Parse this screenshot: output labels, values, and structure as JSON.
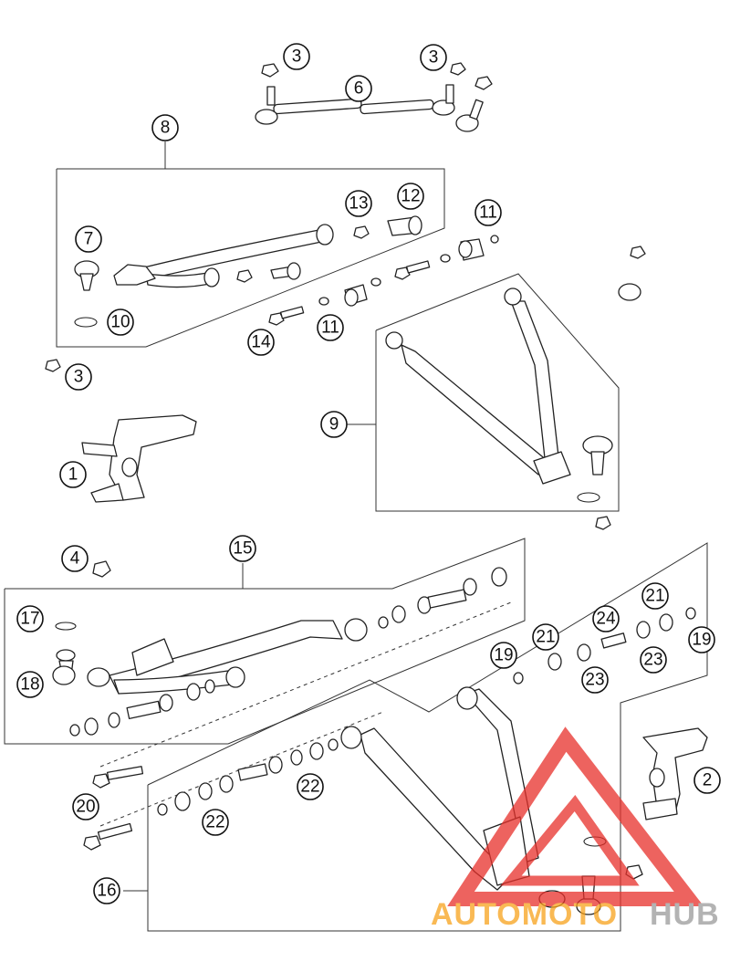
{
  "callouts": [
    {
      "id": "c3a",
      "label": "3"
    },
    {
      "id": "c3b",
      "label": "3"
    },
    {
      "id": "c6",
      "label": "6"
    },
    {
      "id": "c8",
      "label": "8"
    },
    {
      "id": "c13",
      "label": "13"
    },
    {
      "id": "c12",
      "label": "12"
    },
    {
      "id": "c11a",
      "label": "11"
    },
    {
      "id": "c7",
      "label": "7"
    },
    {
      "id": "c10",
      "label": "10"
    },
    {
      "id": "c14",
      "label": "14"
    },
    {
      "id": "c11b",
      "label": "11"
    },
    {
      "id": "c3c",
      "label": "3"
    },
    {
      "id": "c9",
      "label": "9"
    },
    {
      "id": "c1",
      "label": "1"
    },
    {
      "id": "c4",
      "label": "4"
    },
    {
      "id": "c15",
      "label": "15"
    },
    {
      "id": "c17",
      "label": "17"
    },
    {
      "id": "c18",
      "label": "18"
    },
    {
      "id": "c21a",
      "label": "21"
    },
    {
      "id": "c24",
      "label": "24"
    },
    {
      "id": "c19a",
      "label": "19"
    },
    {
      "id": "c21b",
      "label": "21"
    },
    {
      "id": "c23a",
      "label": "23"
    },
    {
      "id": "c23b",
      "label": "23"
    },
    {
      "id": "c19b",
      "label": "19"
    },
    {
      "id": "c20",
      "label": "20"
    },
    {
      "id": "c22a",
      "label": "22"
    },
    {
      "id": "c22b",
      "label": "22"
    },
    {
      "id": "c2",
      "label": "2"
    },
    {
      "id": "c16",
      "label": "16"
    }
  ],
  "watermark": {
    "part1": "AUTOMOTO",
    "part2": "HUB",
    "color_primary": "#f7a21b",
    "color_secondary": "#9a9a9a",
    "logo_color": "#e8302a"
  }
}
